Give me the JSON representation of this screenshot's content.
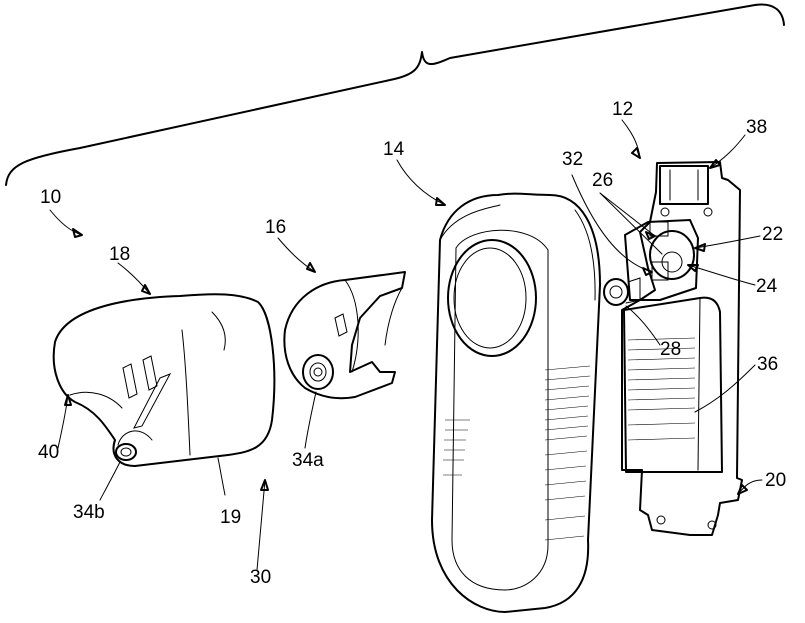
{
  "figure": {
    "labels": {
      "l10": "10",
      "l12": "12",
      "l14": "14",
      "l16": "16",
      "l18": "18",
      "l19": "19",
      "l20": "20",
      "l22": "22",
      "l24": "24",
      "l26": "26",
      "l28": "28",
      "l30": "30",
      "l32": "32",
      "l34a": "34a",
      "l34b": "34b",
      "l36": "36",
      "l38": "38",
      "l40": "40"
    },
    "colors": {
      "ink": "#000000",
      "paper": "#ffffff"
    }
  }
}
